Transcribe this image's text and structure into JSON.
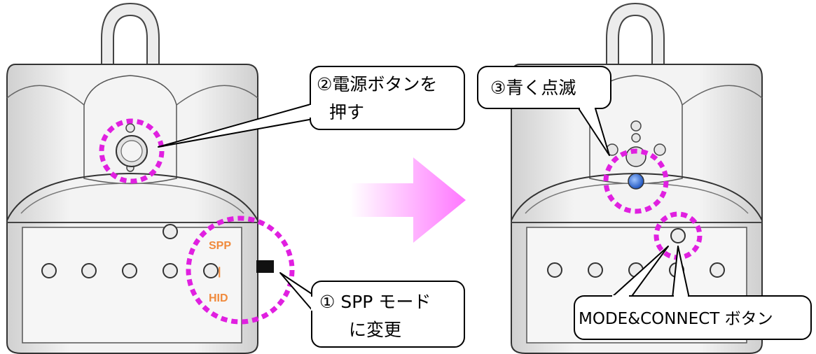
{
  "left_device": {
    "switch_labels": {
      "top": "SPP",
      "middle": "|",
      "bottom": "HID"
    }
  },
  "callouts": {
    "step1": {
      "line1": "① SPP モード",
      "line2": "に変更"
    },
    "step2": {
      "line1": "②電源ボタンを",
      "line2": "押す"
    },
    "step3": {
      "text": "③青く点滅"
    },
    "mode_connect": {
      "text": "MODE&CONNECT ボタン"
    }
  },
  "colors": {
    "highlight_ring": "#e020e0",
    "arrow_gradient_start": "#ffffff",
    "arrow_gradient_end": "#ff77ff",
    "led_blue": "#2f6fd8",
    "switch_label": "#f08a3c"
  }
}
